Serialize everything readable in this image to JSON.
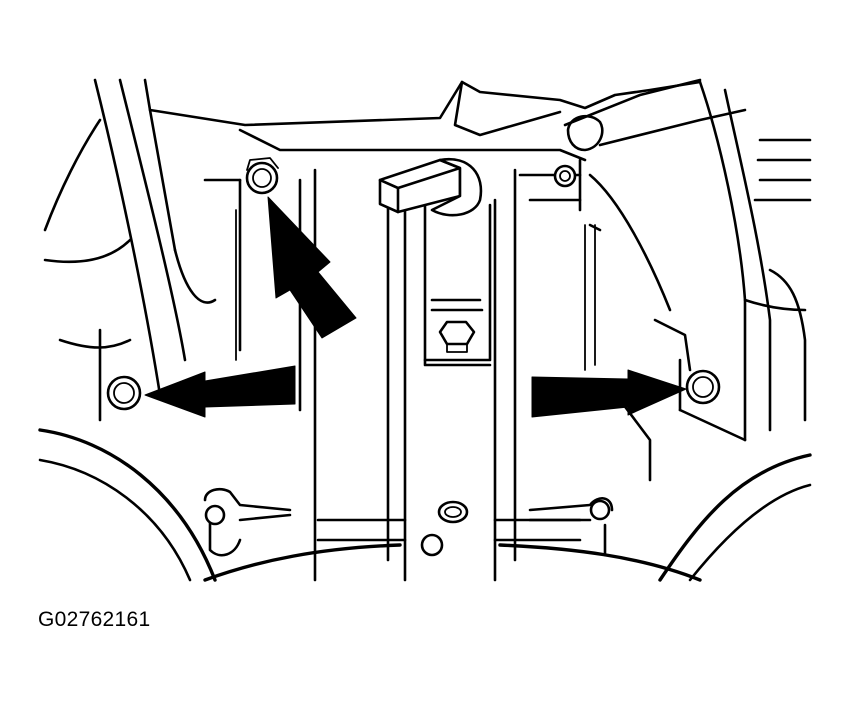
{
  "figure": {
    "code": "G02762161",
    "line_color": "#000000",
    "background_color": "#ffffff",
    "callouts": [
      {
        "name": "upper-left-bolt-arrow",
        "target": "upper-left-bolt"
      },
      {
        "name": "left-bolt-arrow",
        "target": "left-bolt"
      },
      {
        "name": "right-bolt-arrow",
        "target": "right-bolt"
      }
    ]
  }
}
